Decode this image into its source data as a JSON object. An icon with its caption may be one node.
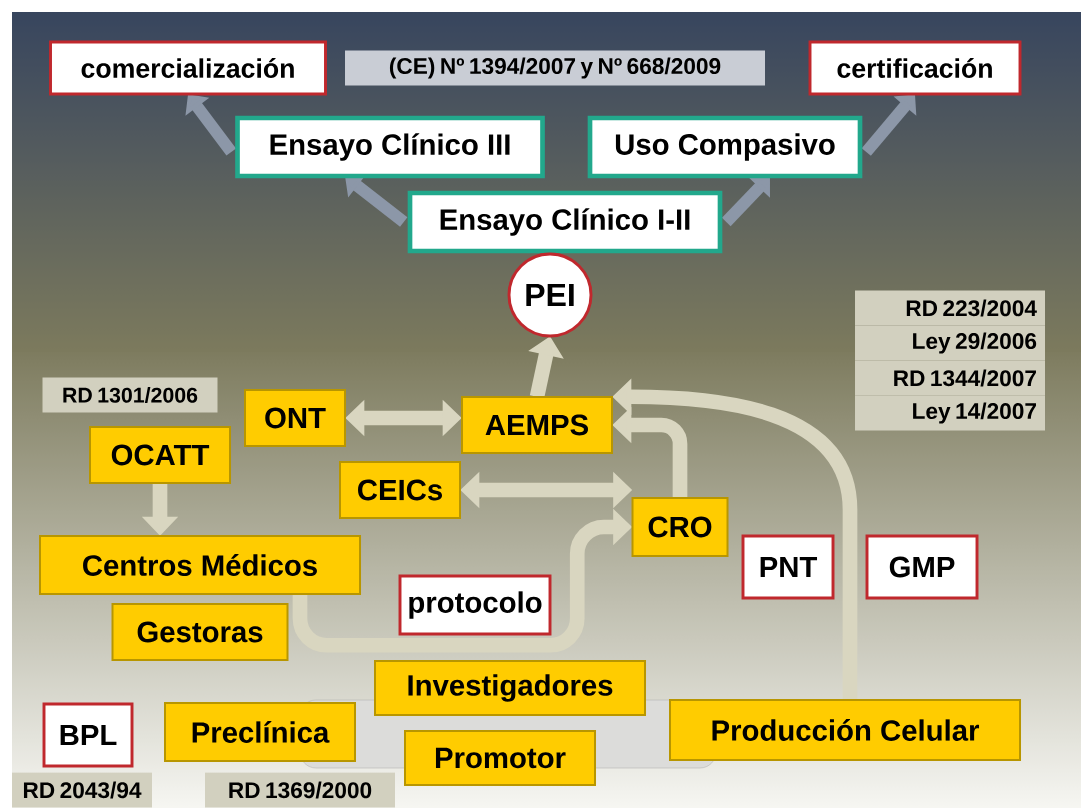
{
  "diagram": {
    "nodes": [
      {
        "text": [
          "comercialización"
        ]
      },
      {
        "text": [
          "certificación"
        ]
      },
      {
        "text": [
          "Ensayo Clínico III"
        ]
      },
      {
        "text": [
          "Uso Compasivo"
        ]
      },
      {
        "text": [
          "Ensayo Clínico I-II"
        ]
      },
      {
        "text": [
          "PEI"
        ]
      },
      {
        "text": [
          "ONT"
        ]
      },
      {
        "text": [
          "AEMPS"
        ]
      },
      {
        "text": [
          "OCATT"
        ]
      },
      {
        "text": [
          "CEICs"
        ]
      },
      {
        "text": [
          "CRO"
        ]
      },
      {
        "text": [
          "Centros Médicos"
        ]
      },
      {
        "text": [
          "PNT"
        ]
      },
      {
        "text": [
          "GMP"
        ]
      },
      {
        "text": [
          "protocolo"
        ]
      },
      {
        "text": [
          "Gestoras"
        ]
      },
      {
        "text": [
          "Investigadores"
        ]
      },
      {
        "text": [
          "BPL"
        ]
      },
      {
        "text": [
          "Preclínica"
        ]
      },
      {
        "text": [
          "Producción Celular"
        ]
      },
      {
        "text": [
          "Promotor"
        ]
      }
    ],
    "edges": [
      {
        "from": 4,
        "to": 2,
        "arrow": "to",
        "color": "#8c97a8"
      },
      {
        "from": 4,
        "to": 3,
        "arrow": "to",
        "color": "#8c97a8"
      },
      {
        "from": 2,
        "to": 0,
        "arrow": "to",
        "color": "#8c97a8"
      },
      {
        "from": 3,
        "to": 1,
        "arrow": "to",
        "color": "#8c97a8"
      },
      {
        "from": 7,
        "to": 5,
        "arrow": "to"
      },
      {
        "from": 6,
        "to": 7,
        "arrow": "both"
      },
      {
        "from": 9,
        "to": 10,
        "arrow": "both"
      },
      {
        "from": 8,
        "to": 11,
        "arrow": "to"
      },
      {
        "from": 10,
        "to": 7,
        "arrow": "to"
      },
      {
        "from": 19,
        "to": 7,
        "arrow": "to"
      },
      {
        "from": 11,
        "to": 10,
        "arrow": "to"
      }
    ],
    "labels": [
      "(CE) Nº 1394/2007 y Nº 668/2009",
      "RD 223/2004",
      "Ley 29/2006",
      "RD 1344/2007",
      "Ley 14/2007",
      "RD 1301/2006",
      "RD 2043/94",
      "RD 1369/2000"
    ]
  }
}
